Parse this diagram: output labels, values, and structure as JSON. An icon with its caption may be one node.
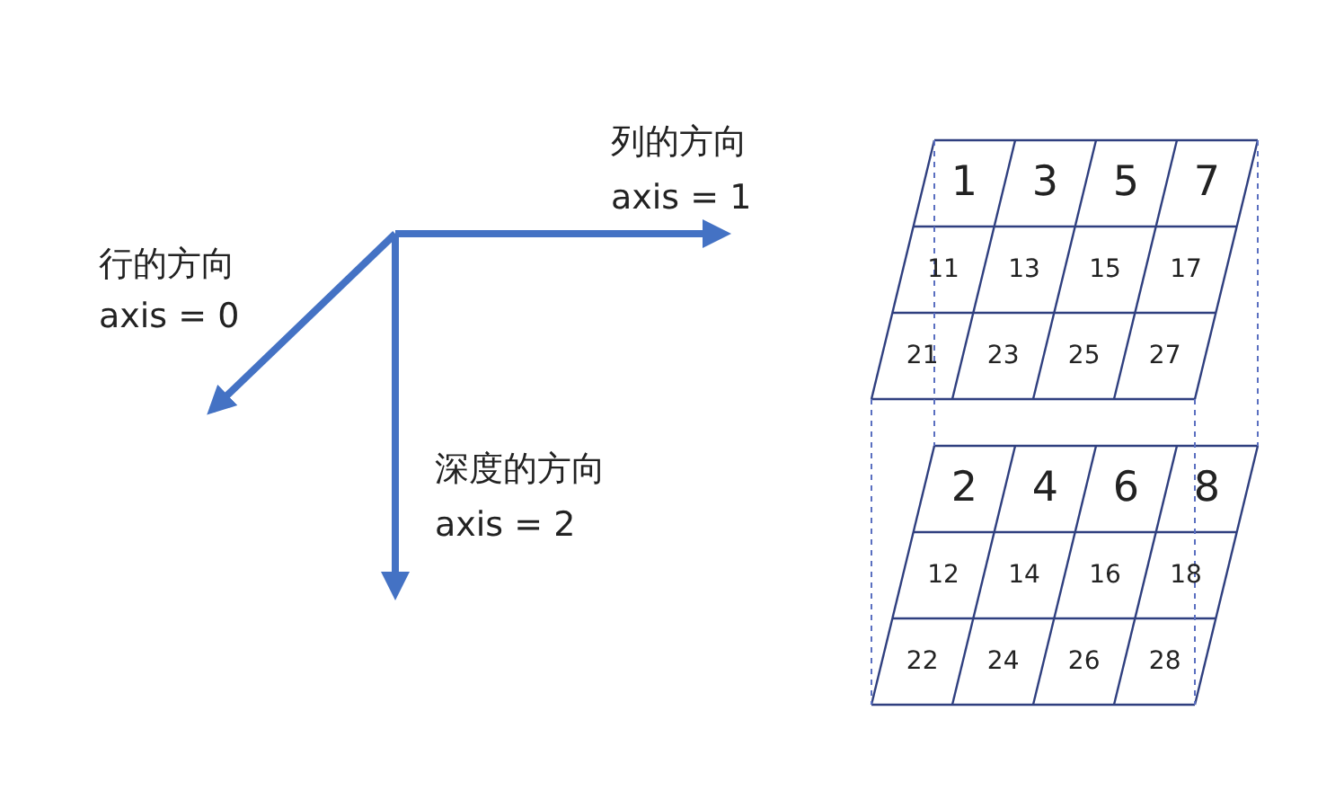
{
  "diagram": {
    "labels": [
      "列的方向",
      "axis = 1",
      "行的方向",
      "axis = 0",
      "深度的方向",
      "axis = 2",
      "1",
      "3",
      "5",
      "7",
      "11",
      "13",
      "15",
      "17",
      "21",
      "23",
      "25",
      "27",
      "2",
      "4",
      "6",
      "8",
      "12",
      "14",
      "16",
      "18",
      "22",
      "24",
      "26",
      "28"
    ]
  }
}
